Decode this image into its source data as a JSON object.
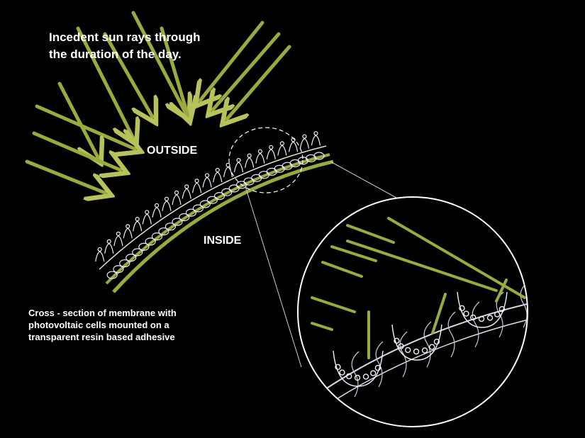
{
  "title_lines": [
    "Incedent sun rays through",
    "the duration of the day."
  ],
  "outside_label": "OUTSIDE",
  "inside_label": "INSIDE",
  "caption_lines": [
    "Cross - section of membrane with",
    "photovoltaic cells mounted on a",
    "transparent resin based adhesive"
  ],
  "colors": {
    "background": "#000000",
    "sun_ray": "#9aaa3c",
    "membrane": "#e8e8f0",
    "cells": "#f0f0f0"
  }
}
